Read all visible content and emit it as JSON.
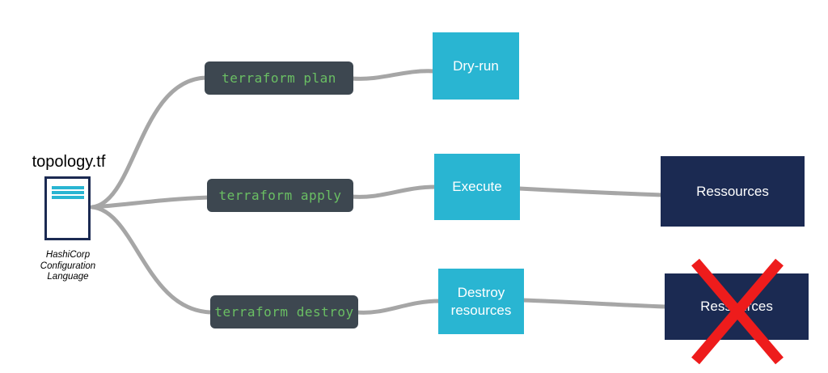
{
  "source": {
    "title": "topology.tf",
    "caption_lines": [
      "HashiCorp",
      "Configuration",
      "Language"
    ]
  },
  "commands": [
    {
      "label": "terraform plan"
    },
    {
      "label": "terraform apply"
    },
    {
      "label": "terraform destroy"
    }
  ],
  "actions": [
    {
      "label": "Dry-run"
    },
    {
      "label": "Execute"
    },
    {
      "label": "Destroy resources"
    }
  ],
  "results": [
    {
      "label": "Ressources",
      "crossed_out": false
    },
    {
      "label": "Ressources",
      "crossed_out": true
    }
  ],
  "colors": {
    "command_box": "#3d4750",
    "command_text": "#6abf63",
    "action_box": "#29b5d2",
    "result_box": "#1b2a52",
    "connector": "#a6a6a6",
    "cross_mark": "#ee1c1c",
    "file_border": "#1b2a52",
    "file_lines": "#29b5d2"
  }
}
